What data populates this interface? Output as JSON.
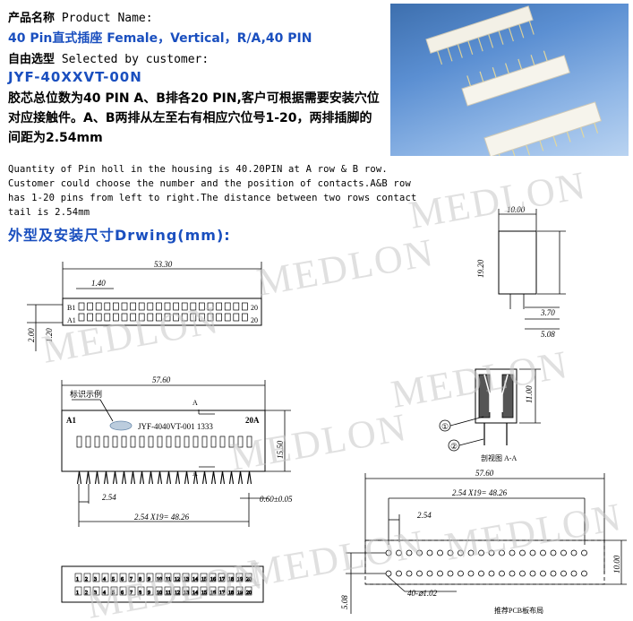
{
  "header": {
    "name_cn": "产品名称",
    "name_en": "Product Name:",
    "product_name": "40 Pin直式插座 Female，Vertical，R/A,40 PIN",
    "select_cn": "自由选型",
    "select_en": "Selected by customer:",
    "model": "JYF-40XXVT-00N"
  },
  "description_cn": "胶芯总位数为40 PIN A、B排各20 PIN,客户可根据需要安装穴位对应接触件。A、B两排从左至右有相应穴位号1-20，两排插脚的间距为2.54mm",
  "description_en": "Quantity of Pin holl in the housing is 40.20PIN at A row & B row. Customer could choose the number and the position of contacts.A&B row has 1-20 pins from left to right.The distance between two rows contact tail is 2.54mm",
  "drawing": {
    "title": "外型及安装尺寸Drwing(mm):",
    "watermark": "MEDLON",
    "top_view": {
      "width": "53.30",
      "pitch": "1.40",
      "h1": "2.00",
      "h2": "1.20",
      "labels": [
        "A1",
        "B1",
        "20",
        "20"
      ]
    },
    "side_view": {
      "width": "10.00",
      "height": "19.20",
      "d1": "3.70",
      "d2": "5.08"
    },
    "section": {
      "height": "11.00",
      "callouts": [
        "①",
        "②"
      ],
      "caption": "剖视图 A-A"
    },
    "front_view": {
      "width": "57.60",
      "marking_label": "标识示例",
      "marking_text": "JYF-4040VT-001 1333",
      "left_label": "A1",
      "right_label": "20A",
      "section_mark": "A",
      "height": "15.50",
      "pitch": "2.54",
      "span": "2.54 X19= 48.26",
      "pin": "0.60±0.05"
    },
    "pcb": {
      "width": "57.60",
      "span": "2.54 X19= 48.26",
      "pitch": "2.54",
      "height": "10.00",
      "offset": "5.08",
      "holes": "40-⌀1.02",
      "caption": "推荐PCB板布局"
    },
    "bottom_numbers": [
      "1",
      "2",
      "3",
      "4",
      "5",
      "6",
      "7",
      "8",
      "9",
      "10",
      "11",
      "12",
      "13",
      "14",
      "15",
      "16",
      "17",
      "18",
      "19",
      "20"
    ]
  }
}
